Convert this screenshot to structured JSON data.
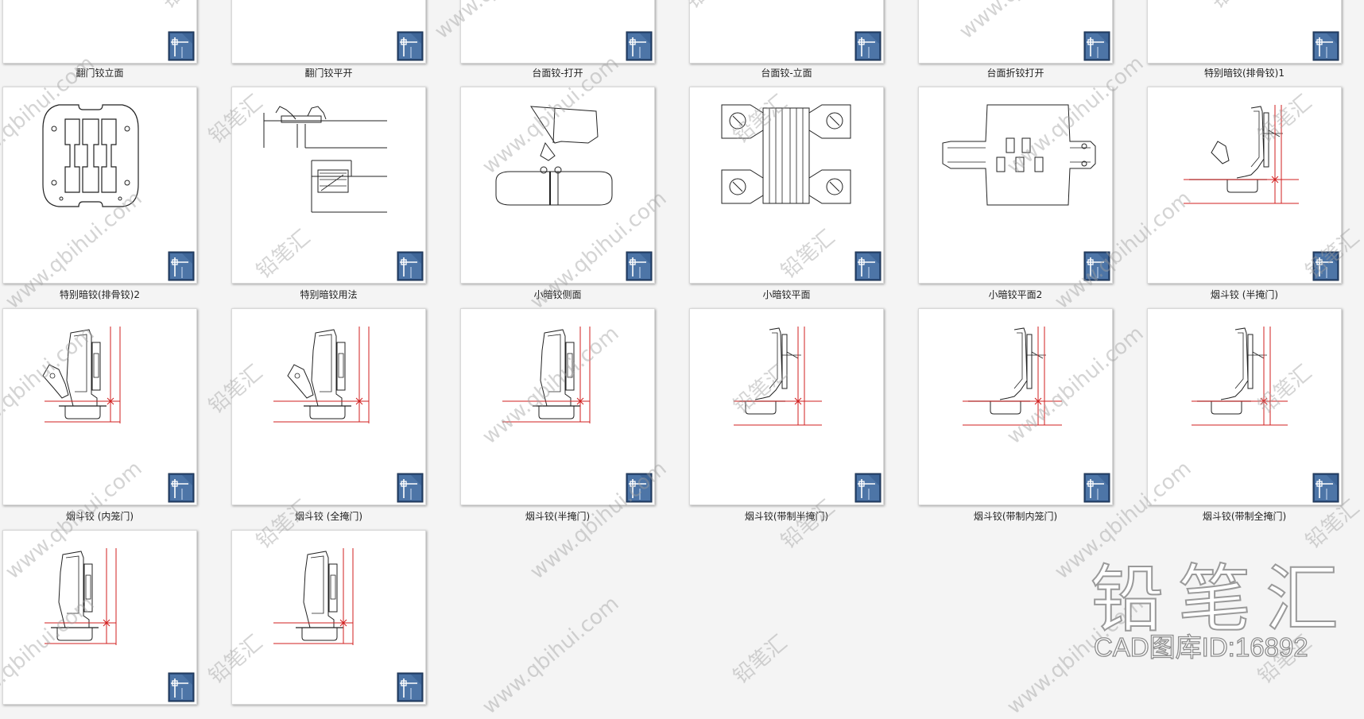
{
  "window": {
    "title": ""
  },
  "files": [
    {
      "label": "翻门铰立面",
      "drawing": "none"
    },
    {
      "label": "翻门铰平开",
      "drawing": "none"
    },
    {
      "label": "台面铰-打开",
      "drawing": "none"
    },
    {
      "label": "台面铰-立面",
      "drawing": "none"
    },
    {
      "label": "台面折铰打开",
      "drawing": "none"
    },
    {
      "label": "特别暗铰(排骨铰)1",
      "drawing": "none"
    },
    {
      "label": "特别暗铰(排骨铰)2",
      "drawing": "soss-front"
    },
    {
      "label": "特别暗铰用法",
      "drawing": "usage"
    },
    {
      "label": "小暗铰侧面",
      "drawing": "small-side"
    },
    {
      "label": "小暗铰平面",
      "drawing": "soss-plan"
    },
    {
      "label": "小暗铰平面2",
      "drawing": "soss-plan2"
    },
    {
      "label": "烟斗铰 (半掩门)",
      "drawing": "cup-half"
    },
    {
      "label": "烟斗铰 (内笼门)",
      "drawing": "cup-inset"
    },
    {
      "label": "烟斗铰 (全掩门)",
      "drawing": "cup-full"
    },
    {
      "label": "烟斗铰(半掩门)",
      "drawing": "cup-side"
    },
    {
      "label": "烟斗铰(带制半掩门)",
      "drawing": "cup-damp-half"
    },
    {
      "label": "烟斗铰(带制内笼门)",
      "drawing": "cup-damp-inset"
    },
    {
      "label": "烟斗铰(带制全掩门)",
      "drawing": "cup-damp-full"
    },
    {
      "label": "",
      "drawing": "cup-a"
    },
    {
      "label": "",
      "drawing": "cup-b"
    }
  ],
  "icons": {
    "file_badge": "dwg-file-icon"
  },
  "colors": {
    "line": "#222222",
    "red": "#d21f1f",
    "badge": "#2b4b78"
  },
  "watermark": {
    "site": "www.qbihui.com",
    "brand": "铅笔汇",
    "logo_text": "铅笔汇",
    "id_text": "CAD图库ID:16892"
  }
}
